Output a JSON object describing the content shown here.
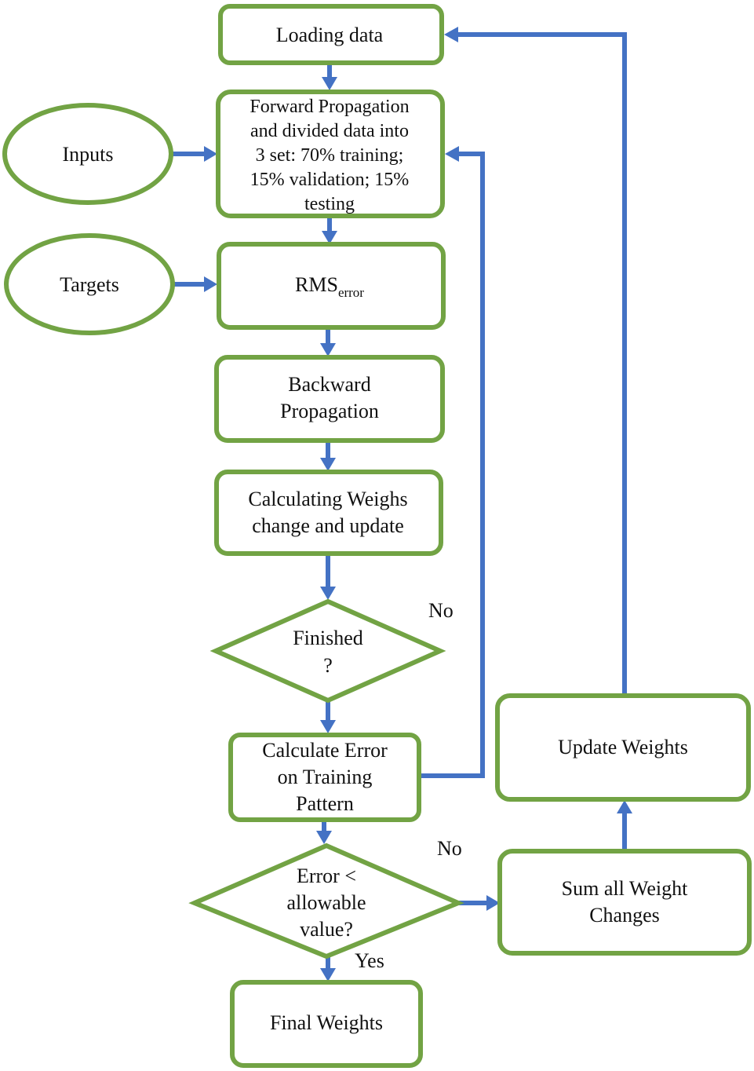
{
  "nodes": {
    "loading_data": {
      "line1": "Loading data"
    },
    "forward_propagation": {
      "line1": "Forward Propagation",
      "line2": "and divided data into",
      "line3": "3 set: 70% training;",
      "line4": "15% validation; 15%",
      "line5": "testing"
    },
    "inputs": {
      "line1": "Inputs"
    },
    "targets": {
      "line1": "Targets"
    },
    "rms_error": {
      "main": "RMS",
      "subscript": "error"
    },
    "backward_propagation": {
      "line1": "Backward",
      "line2": "Propagation"
    },
    "calculating_weights": {
      "line1": "Calculating Weighs",
      "line2": "change and update"
    },
    "finished": {
      "line1": "Finished",
      "line2": "?"
    },
    "calculate_error": {
      "line1": "Calculate Error",
      "line2": "on Training",
      "line3": "Pattern"
    },
    "error_check": {
      "line1": "Error <",
      "line2": "allowable",
      "line3": "value?"
    },
    "final_weights": {
      "line1": "Final Weights"
    },
    "update_weights": {
      "line1": "Update Weights"
    },
    "sum_weight_changes": {
      "line1": "Sum all Weight",
      "line2": "Changes"
    }
  },
  "edge_labels": {
    "finished_no": "No",
    "error_no": "No",
    "error_yes": "Yes"
  },
  "colors": {
    "node_border": "#72a344",
    "arrow": "#4472c4",
    "text": "#111111",
    "background": "#ffffff"
  }
}
